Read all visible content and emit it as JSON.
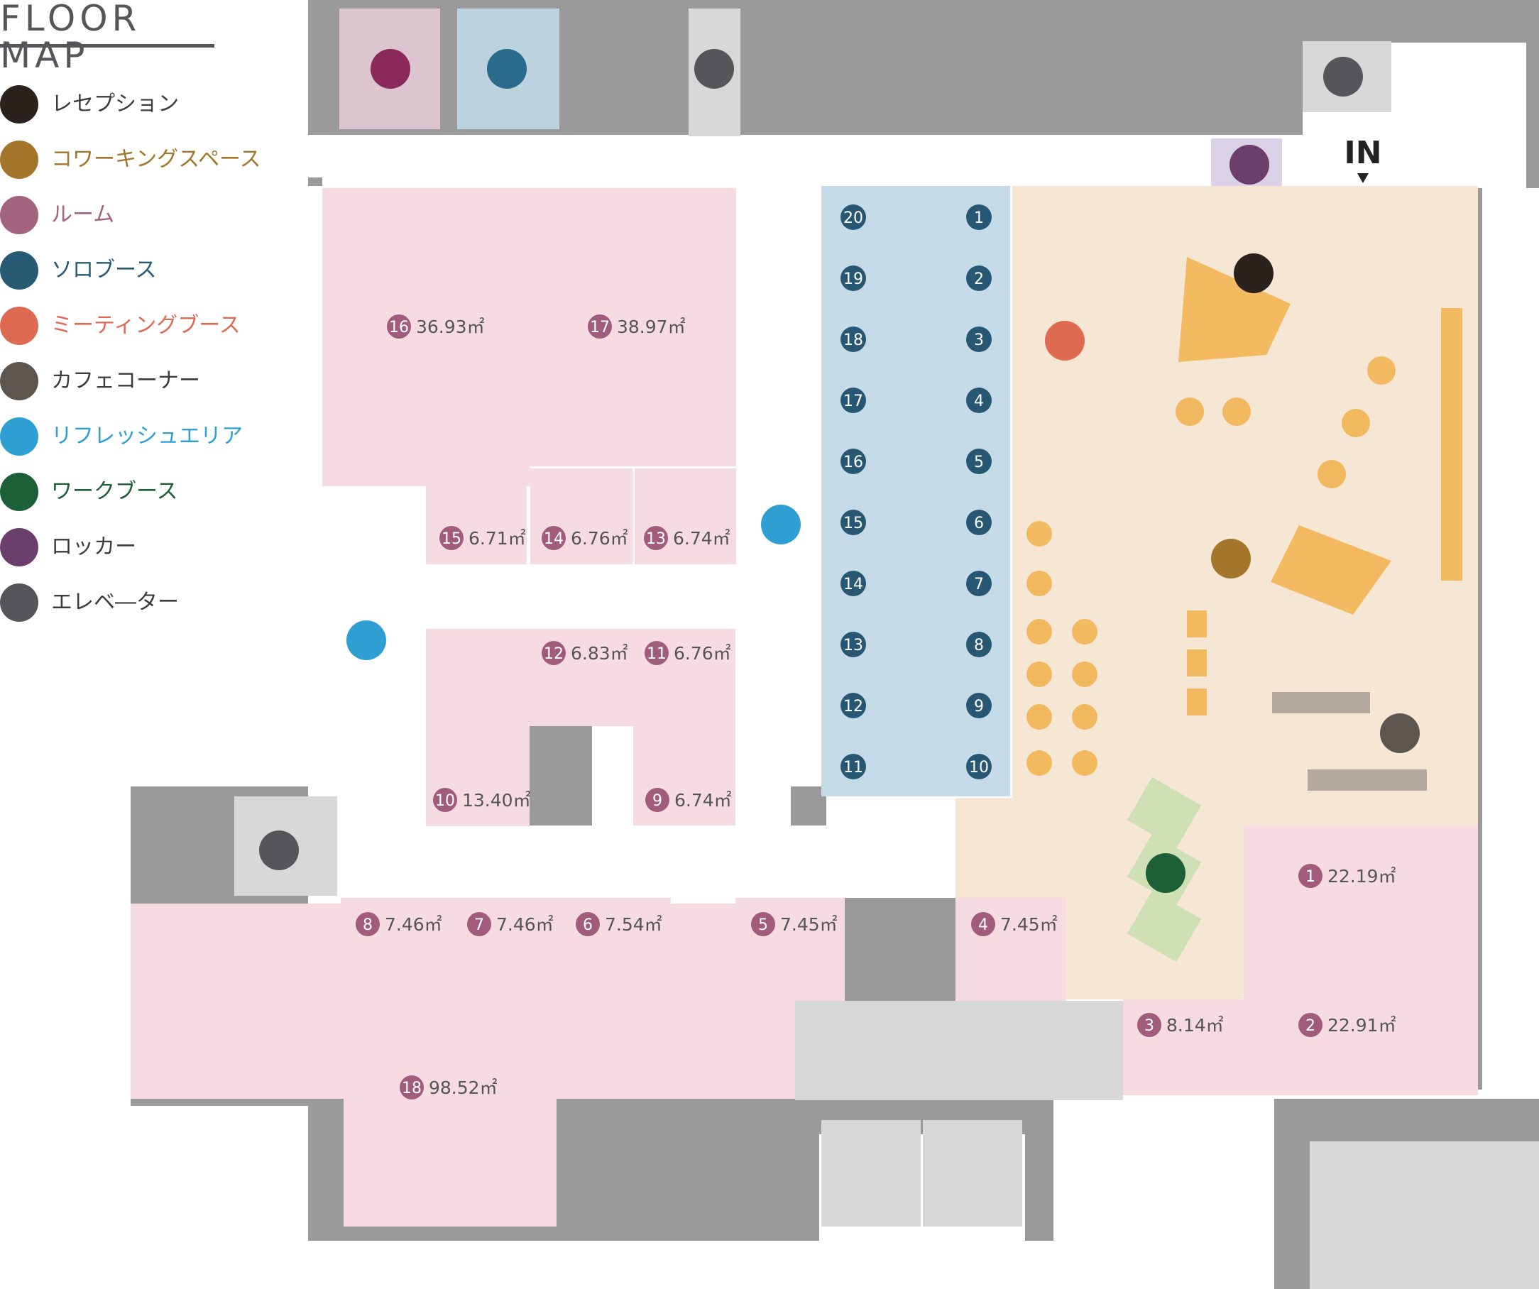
{
  "title": "FLOOR MAP",
  "entrance_label": "IN",
  "colors": {
    "wall": "#9a9a9a",
    "corridor_gray": "#d8d8d8",
    "room_pink": "#f6dbe2",
    "solo_blue": "#c6dbe8",
    "cowork_beige": "#f6e7d4",
    "cowork_orange": "#f2b24e",
    "marker_room": "#a05c7a",
    "marker_solo": "#275773"
  },
  "legend": [
    {
      "label": "レセプション",
      "icon": "reception-icon",
      "color": "#2b221e"
    },
    {
      "label": "コワーキングスペース",
      "icon": "coworking-icon",
      "color": "#a4762b"
    },
    {
      "label": "ルーム",
      "icon": "room-icon",
      "color": "#a2647e"
    },
    {
      "label": "ソロブース",
      "icon": "solo-booth-icon",
      "color": "#285a74"
    },
    {
      "label": "ミーティングブース",
      "icon": "meeting-booth-icon",
      "color": "#df6a52"
    },
    {
      "label": "カフェコーナー",
      "icon": "cafe-icon",
      "color": "#5d5650"
    },
    {
      "label": "リフレッシュエリア",
      "icon": "refresh-icon",
      "color": "#2f9fd3"
    },
    {
      "label": "ワークブース",
      "icon": "phone-icon",
      "color": "#1d6038"
    },
    {
      "label": "ロッカー",
      "icon": "key-icon",
      "color": "#6b3f6b"
    },
    {
      "label": "エレベ―ター",
      "icon": "elevator-icon",
      "color": "#55555a"
    }
  ],
  "rooms": [
    {
      "number": "1",
      "area": "22.19㎡"
    },
    {
      "number": "2",
      "area": "22.91㎡"
    },
    {
      "number": "3",
      "area": "8.14㎡"
    },
    {
      "number": "4",
      "area": "7.45㎡"
    },
    {
      "number": "5",
      "area": "7.45㎡"
    },
    {
      "number": "6",
      "area": "7.54㎡"
    },
    {
      "number": "7",
      "area": "7.46㎡"
    },
    {
      "number": "8",
      "area": "7.46㎡"
    },
    {
      "number": "9",
      "area": "6.74㎡"
    },
    {
      "number": "10",
      "area": "13.40㎡"
    },
    {
      "number": "11",
      "area": "6.76㎡"
    },
    {
      "number": "12",
      "area": "6.83㎡"
    },
    {
      "number": "13",
      "area": "6.74㎡"
    },
    {
      "number": "14",
      "area": "6.76㎡"
    },
    {
      "number": "15",
      "area": "6.71㎡"
    },
    {
      "number": "16",
      "area": "36.93㎡"
    },
    {
      "number": "17",
      "area": "38.97㎡"
    },
    {
      "number": "18",
      "area": "98.52㎡"
    }
  ],
  "solo_booths": [
    "1",
    "2",
    "3",
    "4",
    "5",
    "6",
    "7",
    "8",
    "9",
    "10",
    "11",
    "12",
    "13",
    "14",
    "15",
    "16",
    "17",
    "18",
    "19",
    "20"
  ],
  "map_icons": [
    "womens-restroom-icon",
    "mens-restroom-icon",
    "kettle-icon",
    "elevator-icon",
    "locker-key-icon",
    "reception-icon",
    "meeting-booth-icon",
    "coworking-icon",
    "cafe-icon",
    "work-booth-phone-icon",
    "refresh-icon",
    "refresh-icon",
    "elevator-icon"
  ]
}
